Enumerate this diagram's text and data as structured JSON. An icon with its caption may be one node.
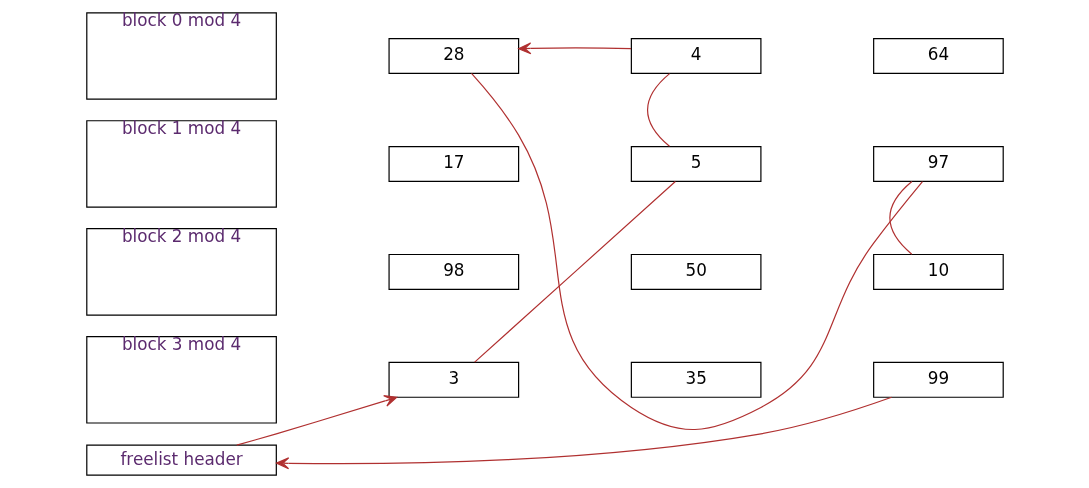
{
  "diagram": {
    "nodes": [
      {
        "text": [
          "block 0 mod 4"
        ]
      },
      {
        "text": [
          "block 1 mod 4"
        ]
      },
      {
        "text": [
          "block 2 mod 4"
        ]
      },
      {
        "text": [
          "block 3 mod 4"
        ]
      },
      {
        "text": [
          "28"
        ]
      },
      {
        "text": [
          "4"
        ]
      },
      {
        "text": [
          "64"
        ]
      },
      {
        "text": [
          "17"
        ]
      },
      {
        "text": [
          "5"
        ]
      },
      {
        "text": [
          "97"
        ]
      },
      {
        "text": [
          "98"
        ]
      },
      {
        "text": [
          "50"
        ]
      },
      {
        "text": [
          "10"
        ]
      },
      {
        "text": [
          "3"
        ]
      },
      {
        "text": [
          "35"
        ]
      },
      {
        "text": [
          "99"
        ]
      },
      {
        "text": [
          "freelist header"
        ]
      }
    ],
    "edges": [
      {
        "from": 16,
        "to": 13,
        "arrow": "to"
      },
      {
        "from": 13,
        "to": 8,
        "arrow": "none"
      },
      {
        "from": 8,
        "to": 5,
        "arrow": "none"
      },
      {
        "from": 5,
        "to": 4,
        "arrow": "to"
      },
      {
        "from": 4,
        "to": 9,
        "arrow": "none"
      },
      {
        "from": 9,
        "to": 12,
        "arrow": "none"
      },
      {
        "from": 15,
        "to": 16,
        "arrow": "to"
      }
    ]
  }
}
